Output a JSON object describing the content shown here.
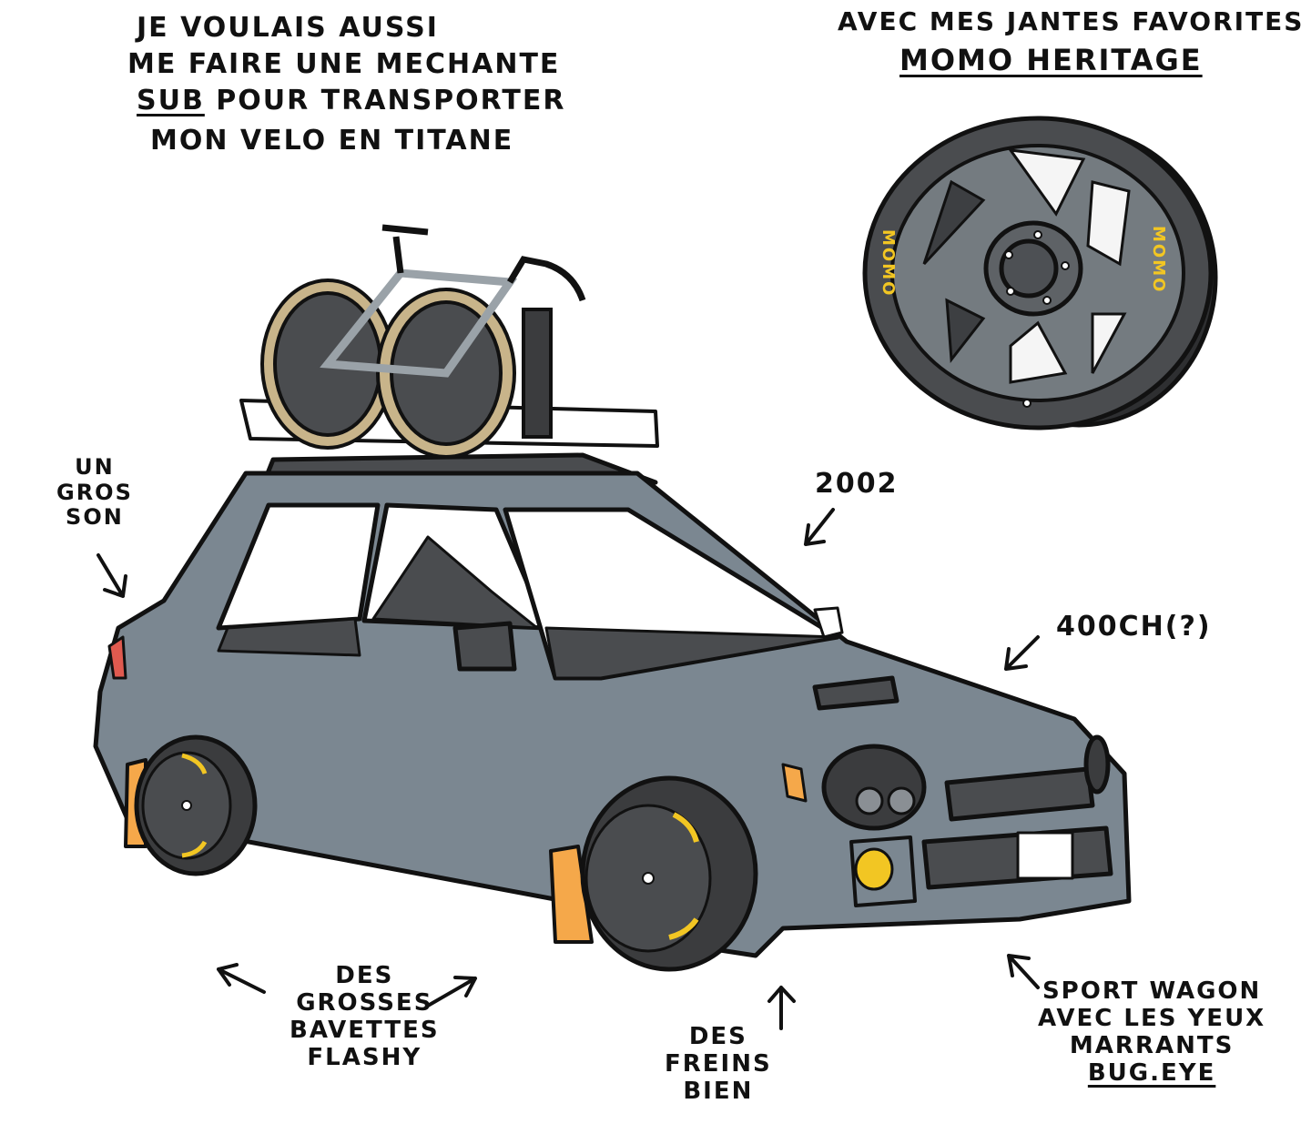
{
  "intro": {
    "line1": "JE VOULAIS AUSSi",
    "line2": "ME FAiRE UNE MECHANTE",
    "line3_sub": "SUB",
    "line3_rest": " POUR TRANSPORTER",
    "line4": "MON VELO EN TiTANE"
  },
  "wheel": {
    "line1": "AVEC MES JANTES FAVORiTES",
    "line2": "MOMO HERiTAGE",
    "brand_left": "MOMO",
    "brand_right": "MOMO"
  },
  "notes": {
    "sound": [
      "UN",
      "GROS",
      "SON"
    ],
    "year": "2002",
    "power": "400CH(?)",
    "flaps": [
      "DES",
      "GROSSES",
      "BAVETTES",
      "FLASHY"
    ],
    "brakes": [
      "DES",
      "FREiNS",
      "BiEN"
    ],
    "wagon": [
      "SPORT WAGON",
      "AVEC LES YEUX",
      "MARRANTS"
    ],
    "bugeye": "BUG.EYE"
  },
  "colors": {
    "car_body": "#7b8791",
    "tire": "#3b3c3e",
    "mudflap": "#f5a84a",
    "caliper": "#f2c623",
    "bike_tire": "#c8b48a",
    "ink": "#111111"
  }
}
